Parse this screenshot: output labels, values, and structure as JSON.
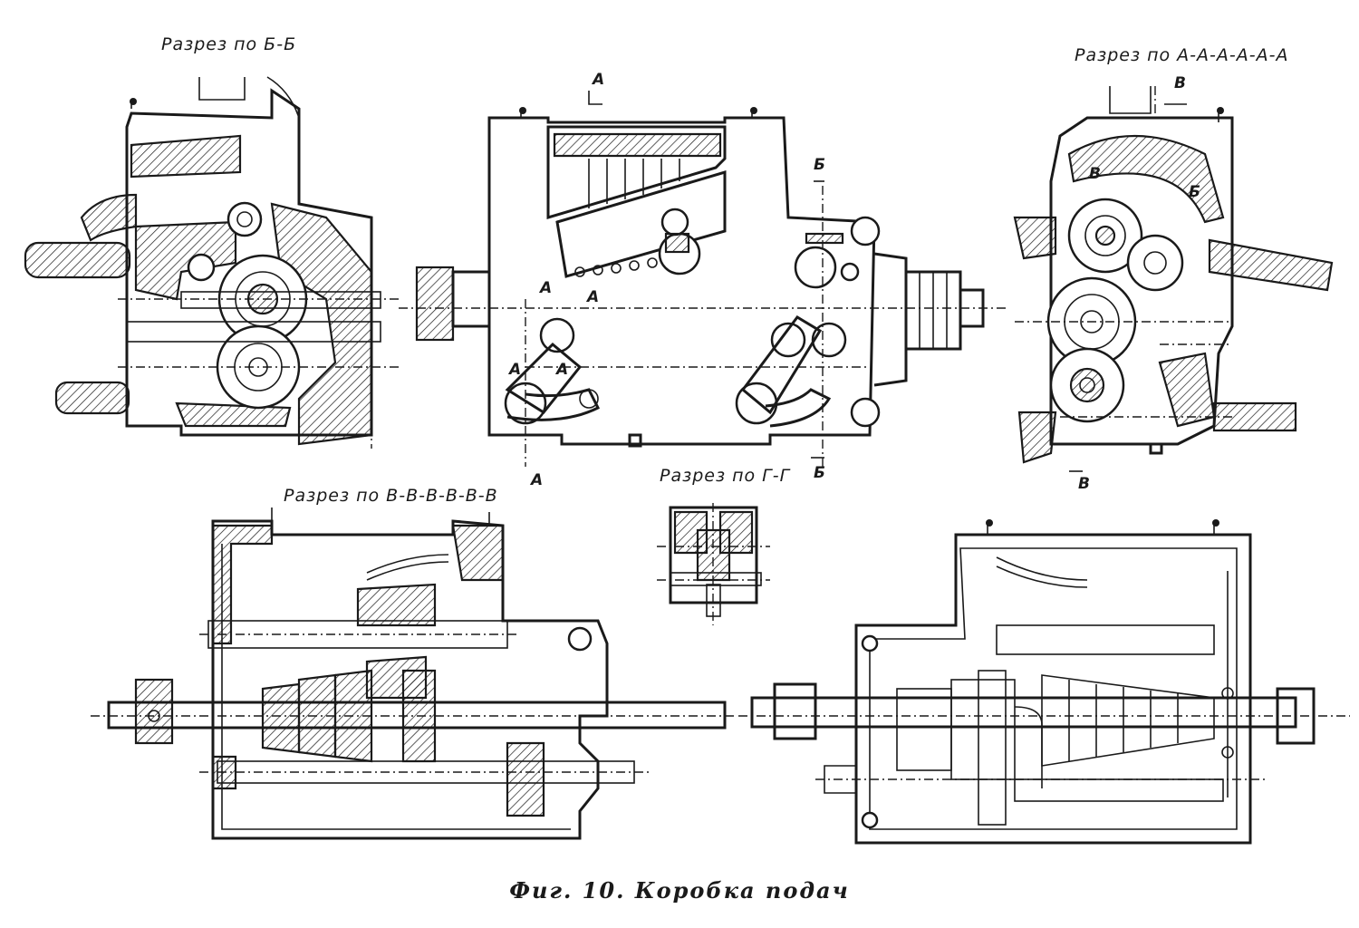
{
  "figure": {
    "caption": "Фиг. 10. Коробка подач"
  },
  "views": {
    "section_bb": {
      "title": "Разрез по Б-Б"
    },
    "section_aaa": {
      "title": "Разрез по А-А-А-А-А-А"
    },
    "section_vvv": {
      "title": "Разрез по В-В-В-В-В-В"
    },
    "section_gg": {
      "title": "Разрез по Г-Г"
    }
  },
  "cut_marks": {
    "a_top": "А",
    "a_bottom": "А",
    "b_top": "Б",
    "b_bottom": "Б",
    "v_top": "В",
    "v_bottom": "В",
    "a_inner_1": "А",
    "a_inner_2": "А",
    "a_inner_3": "А",
    "a_inner_4": "А",
    "v_inner_1": "В",
    "b_inner_1": "Б"
  }
}
